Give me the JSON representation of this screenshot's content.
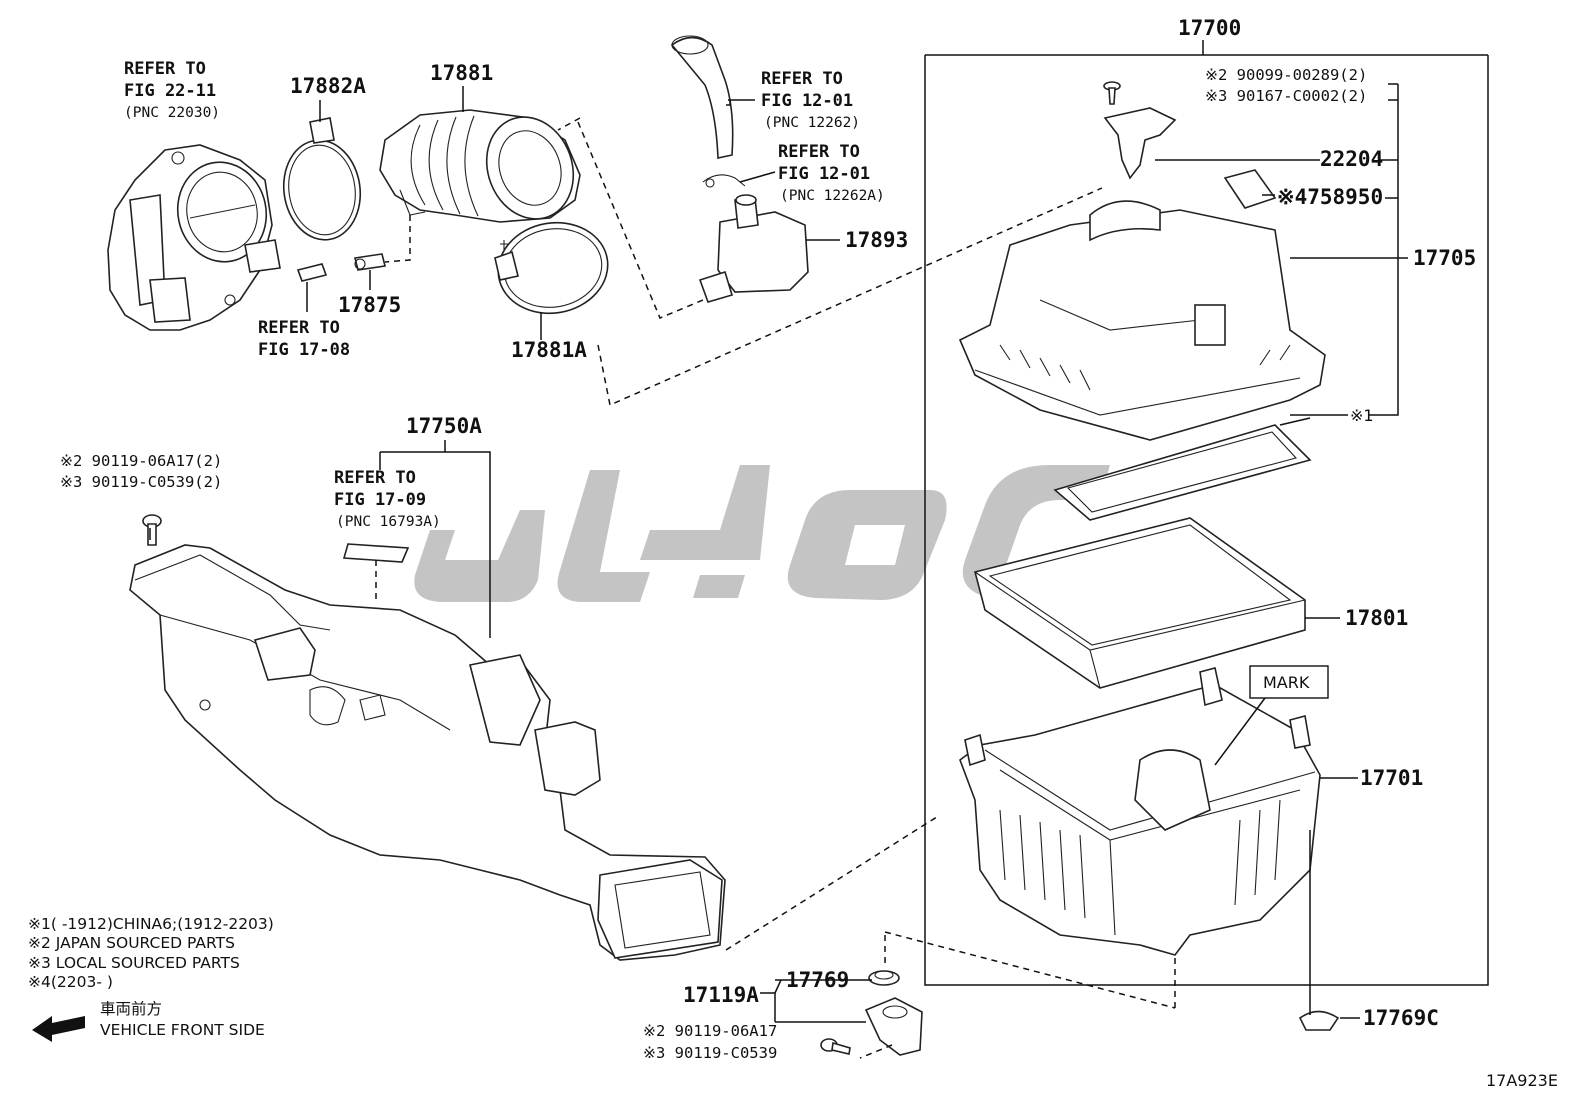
{
  "parts": {
    "p17700": "17700",
    "p17881": "17881",
    "p17882A": "17882A",
    "p17875": "17875",
    "p17881A": "17881A",
    "p17893": "17893",
    "p22204": "22204",
    "p758950": "※4758950",
    "p17705": "17705",
    "m1": "※1",
    "p17750A": "17750A",
    "p17801": "17801",
    "p17701": "17701",
    "mark": "MARK",
    "p17769": "17769",
    "p17119A": "17119A",
    "p17769C": "17769C"
  },
  "refs": {
    "throttle": {
      "l1": "REFER TO",
      "l2": "FIG 22-11",
      "l3": "(PNC 22030)"
    },
    "fig1708": {
      "l1": "REFER TO",
      "l2": "FIG 17-08"
    },
    "hose": {
      "l1": "REFER TO",
      "l2": "FIG 12-01",
      "l3": "(PNC 12262)"
    },
    "clip": {
      "l1": "REFER TO",
      "l2": "FIG 12-01",
      "l3": "(PNC 12262A)"
    },
    "label": {
      "l1": "REFER TO",
      "l2": "FIG 17-09",
      "l3": "(PNC 16793A)"
    }
  },
  "bolts": {
    "top_a": "※2 90099-00289(2)",
    "top_b": "※3 90167-C0002(2)",
    "duct_a": "※2 90119-06A17(2)",
    "duct_b": "※3 90119-C0539(2)",
    "mount_a": "※2 90119-06A17",
    "mount_b": "※3 90119-C0539"
  },
  "notes": {
    "n1": "※1(     -1912)CHINA6;(1912-2203)",
    "n2": "※2  JAPAN SOURCED PARTS",
    "n3": "※3  LOCAL SOURCED PARTS",
    "n4": "※4(2203-      )",
    "front_jp": "車両前方",
    "front_en": "VEHICLE FRONT SIDE"
  },
  "code": "17A923E",
  "colors": {
    "line": "#222222",
    "watermark": "#b3b3b3"
  }
}
